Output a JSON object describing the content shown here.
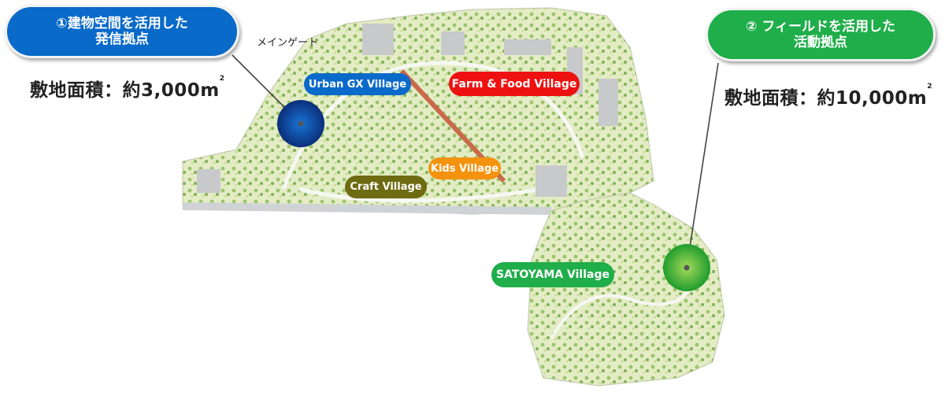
{
  "callouts": [
    {
      "number": "①",
      "line1": "建物空間を活用した",
      "line2": "発信拠点",
      "color": "#0a6ac9",
      "area_label": "敷地面積：約3,000",
      "area_unit": "m",
      "area_sup": "2"
    },
    {
      "number": "②",
      "line1": "フィールドを活用した",
      "line2": "活動拠点",
      "color": "#1fae4a",
      "area_label": "敷地面積：約10,000",
      "area_unit": "m",
      "area_sup": "2"
    }
  ],
  "map": {
    "gate_label": "メインゲート",
    "villages": [
      {
        "name": "Urban GX Village",
        "color": "#0a6ac9"
      },
      {
        "name": "Farm & Food Village",
        "color": "#ee1111"
      },
      {
        "name": "Kids Village",
        "color": "#f5930f"
      },
      {
        "name": "Craft Village",
        "color": "#6e6b12"
      },
      {
        "name": "SATOYAMA Village",
        "color": "#1fae4a"
      }
    ],
    "markers": [
      {
        "name": "building-hub-marker",
        "color": "#0a4aa0"
      },
      {
        "name": "field-hub-marker",
        "color": "#3cb043"
      }
    ]
  }
}
